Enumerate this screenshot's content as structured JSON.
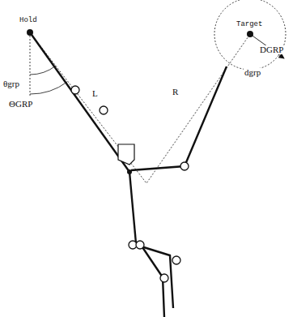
{
  "diagram": {
    "labels": [
      "Hold",
      "Target",
      "θgrp",
      "ΘGRP",
      "L",
      "R",
      "DGRP",
      "dgrp"
    ]
  }
}
